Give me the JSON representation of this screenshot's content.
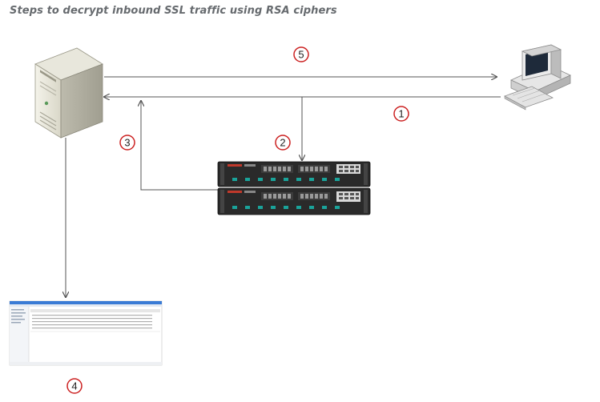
{
  "title": "Steps to decrypt inbound SSL traffic using RSA ciphers",
  "nodes": {
    "server": {
      "icon": "server-tower-icon"
    },
    "client": {
      "icon": "desktop-computer-icon"
    },
    "appliance": {
      "icon": "network-appliance-icon"
    },
    "monitor_ui": {
      "icon": "software-screenshot-icon"
    }
  },
  "steps": [
    "1",
    "2",
    "3",
    "4",
    "5"
  ],
  "colors": {
    "step_circle": "#cc2222",
    "line": "#555555",
    "title": "#666a6e"
  }
}
